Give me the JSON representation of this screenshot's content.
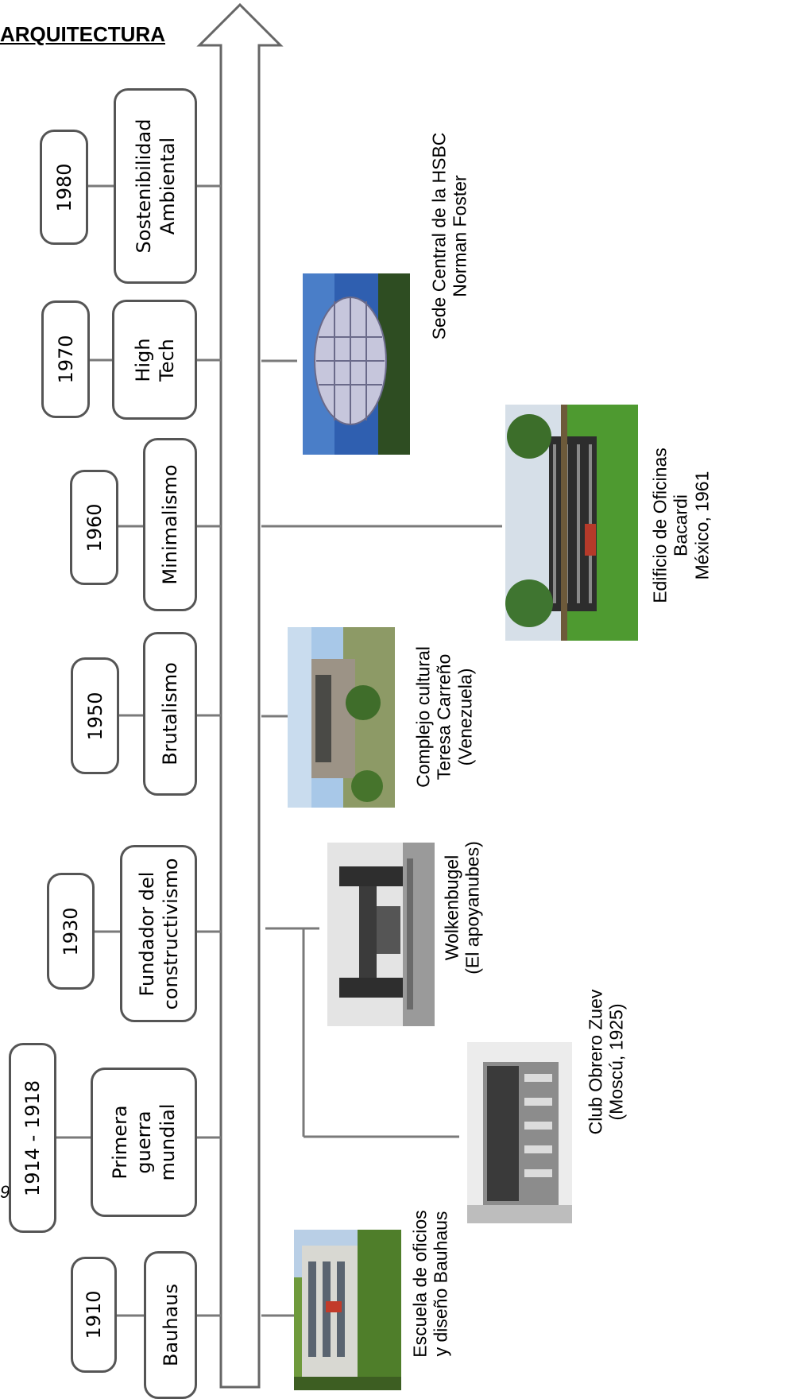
{
  "heading": "ARQUITECTURA",
  "page_number": "9",
  "timeline": [
    {
      "year": "1910",
      "movement": "Bauhaus"
    },
    {
      "year": "1914 - 1918",
      "movement": "Primera\nguerra\nmundial"
    },
    {
      "year": "1930",
      "movement": "Fundador del\nconstructivismo"
    },
    {
      "year": "1950",
      "movement": "Brutalismo"
    },
    {
      "year": "1960",
      "movement": "Minimalismo"
    },
    {
      "year": "1970",
      "movement": "High\nTech"
    },
    {
      "year": "1980",
      "movement": "Sostenibilidad\nAmbiental"
    }
  ],
  "buildings": [
    {
      "caption": "Escuela de oficios\ny diseño Bauhaus"
    },
    {
      "caption": "Club Obrero Zuev\n(Moscú, 1925)"
    },
    {
      "caption": "Wolkenbugel\n(El apoyanubes)"
    },
    {
      "caption": "Complejo cultural\nTeresa Carreño\n(Venezuela)"
    },
    {
      "caption": "Edificio de Oficinas\nBacardi\nMéxico, 1961"
    },
    {
      "caption": "Sede Central de la HSBC\nNorman Foster"
    }
  ]
}
